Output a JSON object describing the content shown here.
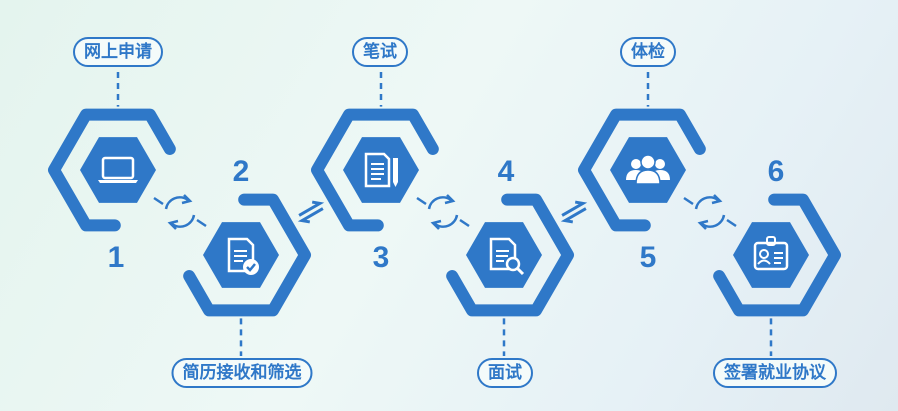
{
  "accent_color": "#2f78c8",
  "steps": [
    {
      "number": "1",
      "label": "网上申请",
      "icon": "laptop-icon"
    },
    {
      "number": "2",
      "label": "简历接收和筛选",
      "icon": "document-check-icon"
    },
    {
      "number": "3",
      "label": "笔试",
      "icon": "document-pen-icon"
    },
    {
      "number": "4",
      "label": "面试",
      "icon": "document-search-icon"
    },
    {
      "number": "5",
      "label": "体检",
      "icon": "group-icon"
    },
    {
      "number": "6",
      "label": "签署就业协议",
      "icon": "badge-icon"
    }
  ]
}
